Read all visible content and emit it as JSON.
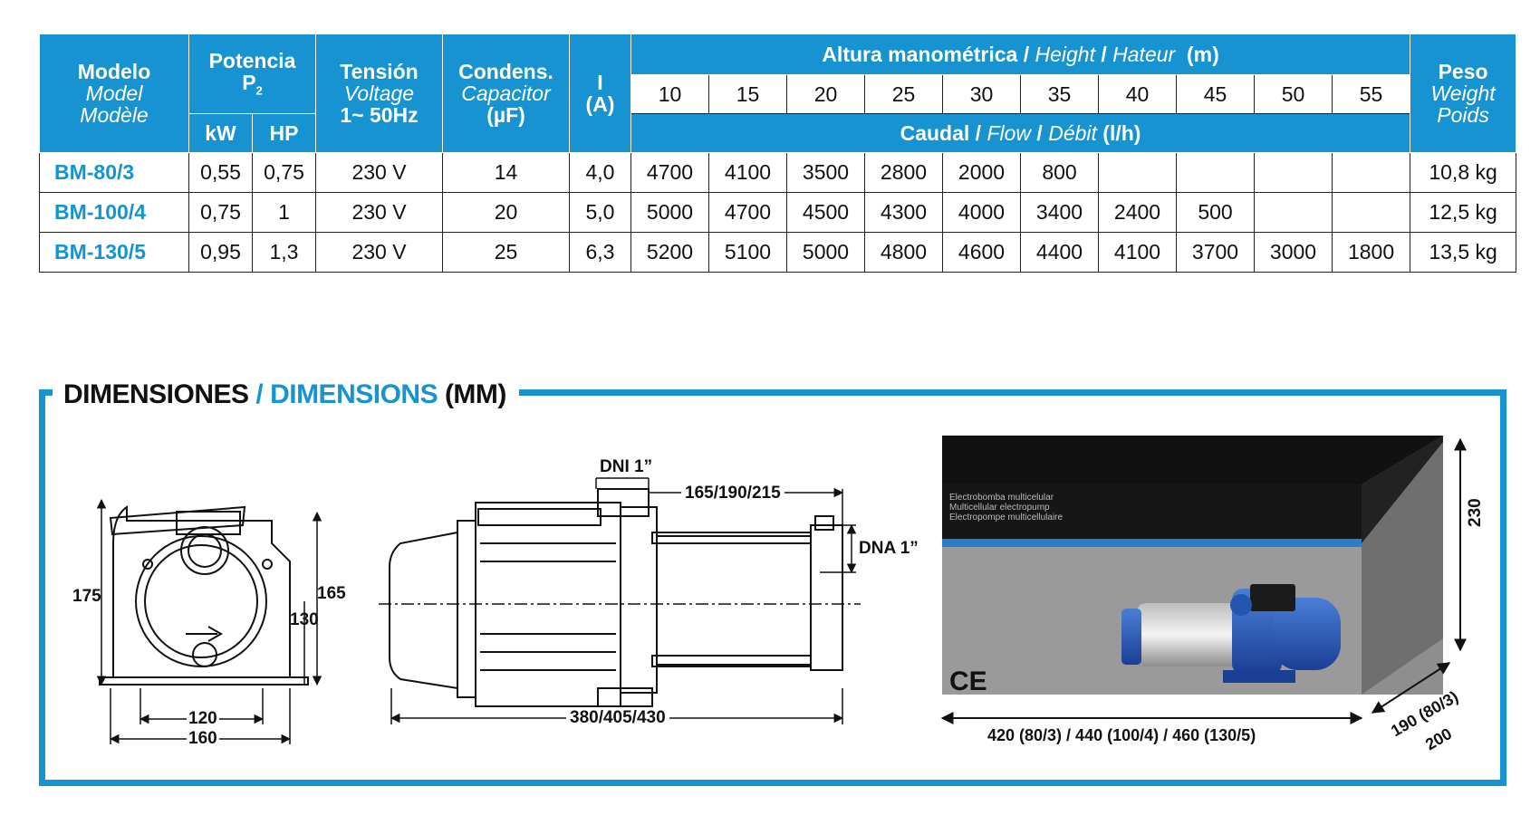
{
  "table": {
    "header": {
      "model": [
        "Modelo",
        "Model",
        "Modèle"
      ],
      "power": [
        "Potencia",
        "P",
        "2"
      ],
      "power_units": [
        "kW",
        "HP"
      ],
      "voltage": [
        "Tensión",
        "Voltage",
        "1~ 50Hz"
      ],
      "capacitor": [
        "Condens.",
        "Capacitor",
        "(µF)"
      ],
      "current": [
        "I",
        "(A)"
      ],
      "height_es": "Altura manométrica",
      "height_en": "Height",
      "height_fr": "Hateur",
      "height_unit": "(m)",
      "heights": [
        "10",
        "15",
        "20",
        "25",
        "30",
        "35",
        "40",
        "45",
        "50",
        "55"
      ],
      "flow_es": "Caudal",
      "flow_en": "Flow",
      "flow_fr": "Débit",
      "flow_unit": "(l/h)",
      "weight": [
        "Peso",
        "Weight",
        "Poids"
      ]
    },
    "rows": [
      {
        "model": "BM-80/3",
        "kw": "0,55",
        "hp": "0,75",
        "voltage": "230 V",
        "cap": "14",
        "amp": "4,0",
        "flows": [
          "4700",
          "4100",
          "3500",
          "2800",
          "2000",
          "800",
          "",
          "",
          "",
          ""
        ],
        "weight": "10,8 kg"
      },
      {
        "model": "BM-100/4",
        "kw": "0,75",
        "hp": "1",
        "voltage": "230 V",
        "cap": "20",
        "amp": "5,0",
        "flows": [
          "5000",
          "4700",
          "4500",
          "4300",
          "4000",
          "3400",
          "2400",
          "500",
          "",
          ""
        ],
        "weight": "12,5 kg"
      },
      {
        "model": "BM-130/5",
        "kw": "0,95",
        "hp": "1,3",
        "voltage": "230 V",
        "cap": "25",
        "amp": "6,3",
        "flows": [
          "5200",
          "5100",
          "5000",
          "4800",
          "4600",
          "4400",
          "4100",
          "3700",
          "3000",
          "1800"
        ],
        "weight": "13,5 kg"
      }
    ]
  },
  "dimensions": {
    "title_es": "DIMENSIONES",
    "separator": "/",
    "title_en": "DIMENSIONS",
    "title_unit": "(MM)",
    "front": {
      "h_total": "175",
      "h_inner": "130",
      "h_outlet": "165",
      "w_inner": "120",
      "w_total": "160"
    },
    "side": {
      "dni": "DNI 1”",
      "dna": "DNA 1”",
      "offset": "165/190/215",
      "length": "380/405/430"
    },
    "box": {
      "height": "230",
      "length": "420 (80/3) / 440 (100/4) / 460 (130/5)",
      "depth_1": "190 (80/3)",
      "depth_2": "200",
      "ce_mark": "CE",
      "caption_lines": [
        "Electrobomba multicelular",
        "Multicellular electropump",
        "Electropompe multicellulaire"
      ]
    },
    "colors": {
      "accent": "#1793d2",
      "box_top": "#111111",
      "box_side": "#8e8e8e"
    }
  }
}
